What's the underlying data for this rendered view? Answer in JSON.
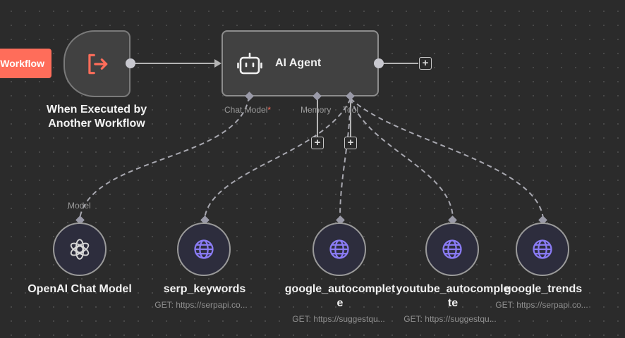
{
  "trigger_pill": {
    "label": "Workflow"
  },
  "trigger_node": {
    "title_line1": "When Executed by",
    "title_line2": "Another Workflow",
    "icon": "sign-out-icon"
  },
  "agent_node": {
    "title": "AI Agent",
    "icon": "robot-icon",
    "ports": {
      "chat_model": "Chat Model",
      "chat_model_required": "*",
      "memory": "Memory",
      "tool": "Tool"
    }
  },
  "model_port_label": "Model",
  "sub_nodes": [
    {
      "title_line1": "OpenAI Chat Model",
      "title_line2": "",
      "subtitle": "",
      "icon": "openai-icon"
    },
    {
      "title_line1": "serp_keywords",
      "title_line2": "",
      "subtitle": "GET: https://serpapi.co...",
      "icon": "globe-icon"
    },
    {
      "title_line1": "google_autocomplet",
      "title_line2": "e",
      "subtitle": "GET: https://suggestqu...",
      "icon": "globe-icon"
    },
    {
      "title_line1": "youtube_autocomple",
      "title_line2": "te",
      "subtitle": "GET: https://suggestqu...",
      "icon": "globe-icon"
    },
    {
      "title_line1": "google_trends",
      "title_line2": "",
      "subtitle": "GET: https://serpapi.co...",
      "icon": "globe-icon"
    }
  ],
  "colors": {
    "canvas": "#2b2b2b",
    "accent": "#ff6d5a",
    "tool_icon": "#8b7cf6",
    "edge": "#b4b4b4"
  }
}
